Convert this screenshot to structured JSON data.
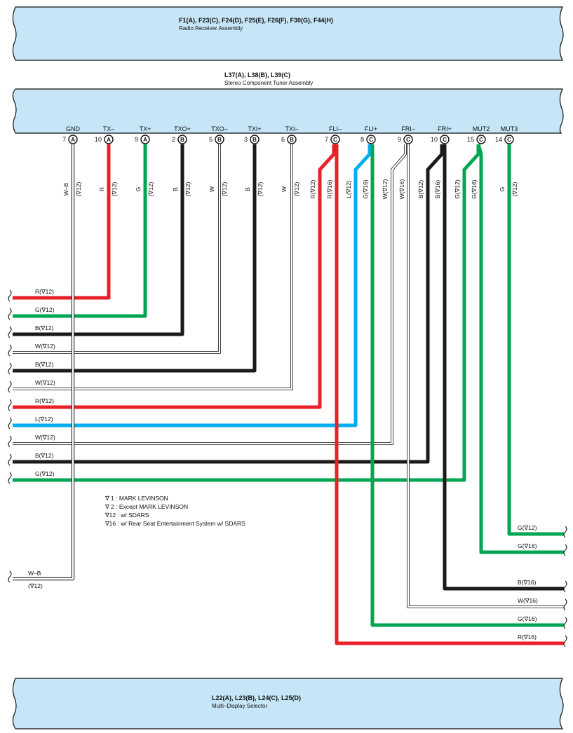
{
  "connectors": {
    "radio": {
      "title": "F1(A), F23(C), F24(D), F25(E), F26(F), F30(G), F44(H)",
      "subtitle": "Radio Receiver Assembly"
    },
    "tuner": {
      "title": "L37(A), L38(B), L39(C)",
      "subtitle": "Stereo Component Tuner Assembly"
    },
    "selector": {
      "title": "L22(A), L23(B), L24(C), L25(D)",
      "subtitle": "Multi–Display Selector"
    }
  },
  "pins": [
    {
      "name": "GND",
      "num": "7",
      "conn": "A",
      "wire_color": "W–B",
      "option": "(∇12)"
    },
    {
      "name": "TX–",
      "num": "10",
      "conn": "A",
      "wire_color": "R",
      "option": "(∇12)"
    },
    {
      "name": "TX+",
      "num": "9",
      "conn": "A",
      "wire_color": "G",
      "option": "(∇12)"
    },
    {
      "name": "TXO+",
      "num": "2",
      "conn": "B",
      "wire_color": "B",
      "option": "(∇12)"
    },
    {
      "name": "TXO–",
      "num": "5",
      "conn": "B",
      "wire_color": "W",
      "option": "(∇12)"
    },
    {
      "name": "TXI+",
      "num": "3",
      "conn": "B",
      "wire_color": "B",
      "option": "(∇12)"
    },
    {
      "name": "TXI–",
      "num": "6",
      "conn": "B",
      "wire_color": "W",
      "option": "(∇12)"
    },
    {
      "name": "FLI–",
      "num": "7",
      "conn": "C",
      "wire_color": "R(∇12)",
      "wire_color_b": "R(∇16)"
    },
    {
      "name": "FLI+",
      "num": "8",
      "conn": "C",
      "wire_color": "L(∇12)",
      "wire_color_b": "G(∇16)"
    },
    {
      "name": "FRI–",
      "num": "9",
      "conn": "C",
      "wire_color": "W(∇12)",
      "wire_color_b": "W(∇16)"
    },
    {
      "name": "FRI+",
      "num": "10",
      "conn": "C",
      "wire_color": "B(∇12)",
      "wire_color_b": "B(∇16)"
    },
    {
      "name": "MUT2",
      "num": "15",
      "conn": "C",
      "wire_color": "G(∇12)",
      "wire_color_b": "G(∇16)"
    },
    {
      "name": "MUT3",
      "num": "14",
      "conn": "C",
      "wire_color": "G",
      "option": "(∇12)"
    }
  ],
  "left_wires": [
    "R(∇12)",
    "G(∇12)",
    "B(∇12)",
    "W(∇12)",
    "B(∇12)",
    "W(∇12)",
    "R(∇12)",
    "L(∇12)",
    "W(∇12)",
    "B(∇12)",
    "G(∇12)"
  ],
  "gnd_wire": {
    "color": "W–B",
    "option": "(∇12)"
  },
  "right_wires": [
    "G(∇12)",
    "G(∇16)",
    "B(∇16)",
    "W(∇16)",
    "G(∇16)",
    "R(∇16)"
  ],
  "notes": [
    "∇ 1 : MARK LEVINSON",
    "∇ 2 : Except MARK LEVINSON",
    "∇12 : w/ SDARS",
    "∇16 : w/ Rear Seat Entertainment System w/ SDARS"
  ],
  "colors": {
    "R": "#e8202a",
    "G": "#00a651",
    "B": "#1a1a1a",
    "L": "#00aeef",
    "W": "#ffffff",
    "box": "#c6e6f7"
  }
}
